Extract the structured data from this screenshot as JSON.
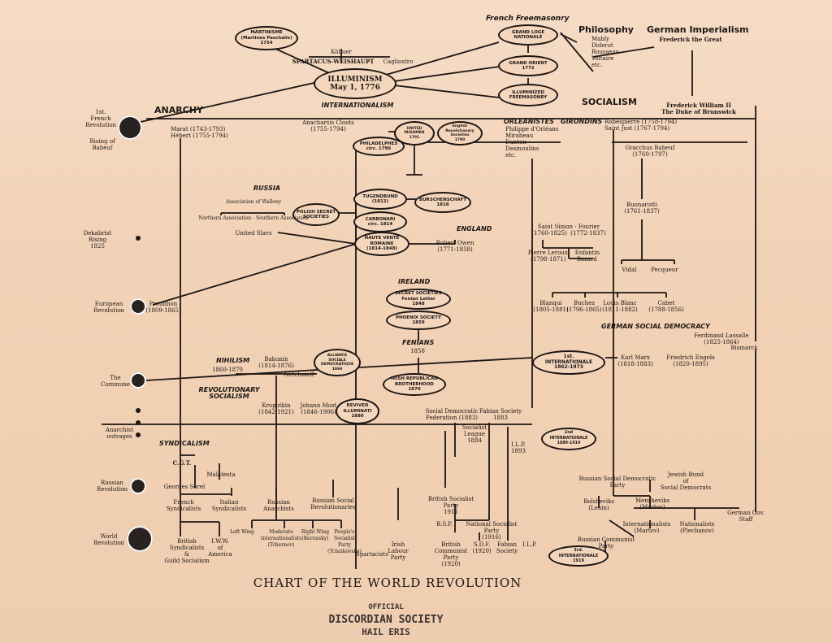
{
  "title": "CHART OF THE WORLD REVOLUTION",
  "stamp": {
    "line1": "OFFICIAL",
    "line2": "DISCORDIAN SOCIETY",
    "line3": "HAIL ERIS"
  },
  "headings": {
    "french_freemasonry": "French Freemasonry",
    "philosophy": "Philosophy",
    "german_imperialism": "German Imperialism",
    "anarchy": "ANARCHY",
    "socialism": "SOCIALISM",
    "internationalism": "INTERNATIONALISM",
    "orleanistes": "ORLEANISTES",
    "girondins": "GIRONDINS",
    "russia": "RUSSIA",
    "england": "ENGLAND",
    "ireland": "IRELAND",
    "fenians": "FENIANS",
    "nihilism": "NIHILISM",
    "revolutionary_socialism": "REVOLUTIONARY\nSOCIALISM",
    "syndicalism": "SYNDICALISM",
    "german_social_democracy": "GERMAN SOCIAL DEMOCRACY"
  },
  "ovals": {
    "martinisme": "MARTINISME\n(Martines Paschalis)\n1754",
    "illuminism": "ILLUMINISM\nMay 1, 1776",
    "grand_loge": "GRAND LOGE\nNATIONALE",
    "grand_orient": "GRAND ORIENT\n1772",
    "illuminized": "ILLUMINIZED\nFREEMASONRY",
    "united_irishmen": "UNITED\nIRISHMEN\n1791",
    "english_soc": "English\nRevolutionary\nSocieties\n1790",
    "philadelphes": "PHILADELPHES\ncirc. 1796",
    "tugendbund": "TUGENDBUND\n(1812)",
    "burschenschaft": "BURSCHENSCHAFT\n1818",
    "carbonari": "CARBONARI\ncirc. 1814",
    "polish": "POLISH SECRET\nSOCIETIES",
    "haute_vente": "HAUTE VENTE\nROMAINE\n(1814-1848)",
    "secret_societies": "SECRET SOCIETIES\nFenian Letter\n1848",
    "phoenix": "PHOENIX SOCIETY\n1859",
    "alliance": "ALLIANCE\nSOCIALE\nDEMOCRATIQUE\n1869",
    "irb": "IRISH REPUBLICAN\nBROTHERHOOD\n1870",
    "first_international": "1st.\nINTERNATIONALE\n1862-1873",
    "revived_illuminati": "REVIVED\nILLUMINATI\n1880",
    "second_international": "2nd\nINTERNATIONALE\n1889-1914",
    "third_international": "3rd.\nINTERNATIONALE\n1919"
  },
  "left_events": {
    "french_rev": "1st.\nFrench\nRevolution",
    "babeuf": "Rising of\nBabeuf",
    "dekabrist": "Dekabrist\nRising\n1825",
    "european": "European\nRevolution",
    "commune": "The\nCommune",
    "anarchist": "Anarchist\noutrages",
    "russian_rev": "Russian\nRevolution",
    "world_rev": "World\nRevolution"
  },
  "labels": {
    "kolmer": "Kölmer",
    "spartacus": "SPARTACUS-WEISHAUPT",
    "cagliostro": "Cagliostro",
    "philosophers": "Mably\nDiderot\nRousseau\nVoltaire\netc.",
    "frederick_great": "Frederick the Great",
    "frederick_ii": "Frederick William II\nThe Duke of Brunswick",
    "marat": "Marat (1743-1793)\nHébert (1755-1794)",
    "cloots": "Anacharsis Cloots\n(1755-1794)",
    "orleans": "Philippe d'Orléans\nMirabeau\nDanton\nDesmoulins\netc.",
    "robespierre": "Robespierre (1758-1794)\nSaint Just (1767-1794)",
    "babeuf_g": "Gracchus Babeuf\n(1760-1797)",
    "wallony": "Association of Wallony",
    "northern": "Northern Association - Southern Association",
    "united_slavs": "United Slavs",
    "buonarotti": "Buonarotti\n(1761-1837)",
    "saint_simon": "Saint Simon - Fourier\n(1760-1825)  (1772-1837)",
    "robert_owen": "Robert Owen\n(1771-1858)",
    "leroux": "Pierre Leroux    Enfantin\n(1798-1871)      Bazard",
    "vidal": "Vidal        Pecqueur",
    "proudhon": "Proudhon\n(1809-1865)",
    "blanqui": "Blanqui\n(1805-1881)",
    "buchez": "Buchez\n(1796-1865)",
    "blanc": "Louis Blanc\n(1811-1882)",
    "cabet": "Cabet\n(1788-1856)",
    "lassalle": "Ferdinand Lassalle\n(1825-1864)",
    "bismarck": "Bismarck",
    "nihilism_dates": "1860-1870",
    "bakunin": "Bakunin\n(1814-1876)",
    "netchaieff": "Netchaieff",
    "marx": "Karl Marx\n(1818-1883)",
    "engels": "Friedrich Engels\n(1820-1895)",
    "kropotkin": "Kropotkin\n(1842-1921)",
    "most": "Johann Most\n(1846-1906)",
    "sdf": "Social Democratic\nFederation (1883)",
    "fabian": "Fabian Society\n1883",
    "socialist_league": "Socialist\nLeague\n1884",
    "ilp": "I.L.P.\n1893",
    "cgt": "C.G.T.",
    "malatesta": "Malatesta",
    "sorel": "Georges Sorel",
    "french_synd": "French\nSyndicalists",
    "italian_synd": "Italian\nSyndicalists",
    "russian_anarch": "Russian\nAnarchists",
    "russian_sr": "Russian Social\nRevolutionaries",
    "left_wing": "Left Wing",
    "moderate": "Moderate\nInternationalists\n(Tchernov)",
    "right_wing": "Right Wing\n(Kerensky)",
    "peoples": "People's\nSocialist\nParty\n(Tchaikovsky)",
    "british_synd": "British\nSyndicalists\n&\nGuild Socialism",
    "iww": "I.W.W.\nof\nAmerica",
    "spartacists": "Spartacists",
    "irish_labour": "Irish\nLabour\nParty",
    "bsp": "British Socialist\nParty\n1911",
    "bsp2": "B.S.P.",
    "nsp": "National Socialist\nParty\n(1916)",
    "british_comm": "British\nCommunist\nParty\n(1920)",
    "sdf2": "S.D.F.\n(1920)",
    "fabian2": "Fabian\nSociety",
    "ilp2": "I.L.P.",
    "rsdp": "Russian Social Democratic\nParty",
    "bund": "Jewish Bund\nof\nSocial Democrats",
    "bolsheviks": "Bolsheviks\n(Lenin)",
    "mensheviks": "Mensheviks\n(Martov)",
    "internationalists": "Internationalists\n(Martov)",
    "nationalists": "Nationalists\n(Plechanov)",
    "rcp": "Russian Communist\nParty",
    "german_gov": "German Gov.\nStaff",
    "ireland_dates": "1858"
  }
}
